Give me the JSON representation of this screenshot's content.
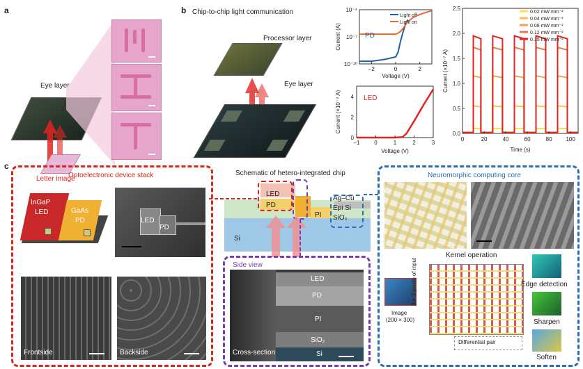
{
  "panels": {
    "a": {
      "label": "a",
      "eye_layer": "Eye layer",
      "letter_image": "Letter image"
    },
    "b": {
      "label": "b",
      "title": "Chip-to-chip light communication",
      "processor_layer": "Processor layer",
      "eye_layer": "Eye layer"
    },
    "c": {
      "label": "c"
    }
  },
  "panel_c": {
    "stack_title": "Optoelectronic device stack",
    "ingap": "InGaP",
    "led": "LED",
    "gaas": "GaAs",
    "pd": "PD",
    "sem_led": "LED",
    "sem_pd": "PD",
    "frontside": "Frontside",
    "backside": "Backside",
    "schematic_title": "Schematic of hetero-integrated chip",
    "sch_led": "LED",
    "sch_pd": "PD",
    "sch_pi": "PI",
    "sch_si": "Si",
    "sch_agcu": "Ag–Cu",
    "sch_episi": "Epi Si",
    "sch_sio2": "SiO₂",
    "side_view": "Side view",
    "layers": [
      "LED",
      "PD",
      "PI",
      "SiO₂",
      "Si"
    ],
    "cross_section": "Cross-section",
    "neuro_title": "Neuromorphic computing core",
    "kernel_op": "Kernel operation",
    "image_label": "Image",
    "image_size": "(200 × 300)",
    "pixels_input": "3 × 3 pixels of input",
    "differential_pair": "Differential pair",
    "edge_detection": "Edge detection",
    "sharpen": "Sharpen",
    "soften": "Soften"
  },
  "chart_data": [
    {
      "type": "line",
      "name": "pd_iv",
      "xlabel": "Voltage (V)",
      "ylabel": "Current (A)",
      "yscale": "log",
      "xlim": [
        -3,
        3
      ],
      "ylim": [
        1e-10,
        0.0001
      ],
      "xticks": [
        "–2",
        "0",
        "2"
      ],
      "yticks": [
        "10⁻¹⁰",
        "10⁻⁷",
        "10⁻⁴"
      ],
      "annotation": "PD",
      "legend": [
        "Light off",
        "Light on"
      ],
      "series": [
        {
          "name": "Light off",
          "color": "#1f5fa8",
          "x": [
            -3,
            -2,
            -1,
            0,
            0.2,
            0.4,
            0.6,
            0.8,
            1.0
          ],
          "y": [
            2e-10,
            2e-10,
            3e-10,
            6e-10,
            2e-09,
            3e-08,
            3e-07,
            2e-06,
            8e-06
          ]
        },
        {
          "name": "Light on",
          "color": "#e86a2e",
          "x": [
            -3,
            -2,
            -1,
            0,
            0.2,
            0.4,
            0.6,
            0.8,
            1.0,
            1.5,
            2,
            2.5,
            3
          ],
          "y": [
            2e-07,
            2e-07,
            2e-07,
            2e-07,
            2.5e-07,
            4e-07,
            8e-07,
            2e-06,
            5e-06,
            1.5e-05,
            3e-05,
            5e-05,
            8e-05
          ]
        }
      ]
    },
    {
      "type": "line",
      "name": "led_iv",
      "xlabel": "Voltage (V)",
      "ylabel": "Current (×10⁻⁴ A)",
      "xlim": [
        -1,
        3
      ],
      "ylim": [
        0,
        5
      ],
      "xticks": [
        "–1",
        "0",
        "1",
        "2",
        "3"
      ],
      "yticks": [
        "0",
        "2",
        "4"
      ],
      "annotation": "LED",
      "series": [
        {
          "name": "LED",
          "color": "#e0241f",
          "x": [
            -1,
            0,
            1,
            1.4,
            1.6,
            2,
            2.5,
            3
          ],
          "y": [
            0,
            0,
            0,
            0.05,
            0.4,
            1.6,
            3.2,
            4.7
          ]
        }
      ]
    },
    {
      "type": "line",
      "name": "pd_pulse",
      "xlabel": "Time (s)",
      "ylabel": "Current (×10⁻⁷ A)",
      "xlim": [
        0,
        107
      ],
      "ylim": [
        0,
        2.5
      ],
      "xticks": [
        "0",
        "20",
        "40",
        "60",
        "80",
        "100"
      ],
      "yticks": [
        "0.0",
        "0.5",
        "1.0",
        "1.5",
        "2.0",
        "2.5"
      ],
      "pulses": [
        [
          10,
          17
        ],
        [
          28,
          37
        ],
        [
          48,
          57
        ],
        [
          68,
          77
        ],
        [
          88,
          97
        ]
      ],
      "series": [
        {
          "name": "0.02 mW mm⁻²",
          "color": "#f7e04a",
          "level": 0.1
        },
        {
          "name": "0.04 mW mm⁻²",
          "color": "#f6c05a",
          "level": 0.55
        },
        {
          "name": "0.08 mW mm⁻²",
          "color": "#f0a35a",
          "level": 1.15
        },
        {
          "name": "0.12 mW mm⁻²",
          "color": "#ea7a4a",
          "level": 1.72
        },
        {
          "name": "0.15 mW mm⁻²",
          "color": "#e0241f",
          "level": 1.95
        }
      ]
    }
  ]
}
